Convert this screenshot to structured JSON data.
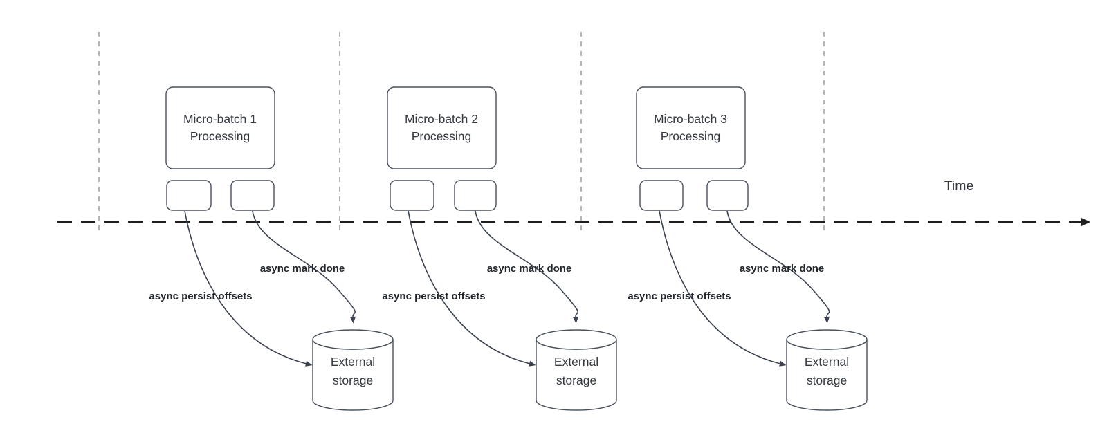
{
  "diagram": {
    "type": "micro-batch-timeline-flow",
    "background": "#ffffff",
    "colors": {
      "axis": "#1f1f1f",
      "gridline": "#9e9e9e",
      "shape_stroke": "#4a515c",
      "shape_fill": "#ffffff",
      "arrow": "#3b424f",
      "text": "#33383f",
      "label_text": "#22272e"
    },
    "time_axis": {
      "label": "Time"
    },
    "batches": [
      {
        "title": "Micro-batch 1",
        "subtitle": "Processing",
        "persist_arrow_label": "async persist offsets",
        "mark_done_arrow_label": "async mark done",
        "storage_line1": "External",
        "storage_line2": "storage"
      },
      {
        "title": "Micro-batch 2",
        "subtitle": "Processing",
        "persist_arrow_label": "async persist offsets",
        "mark_done_arrow_label": "async mark done",
        "storage_line1": "External",
        "storage_line2": "storage"
      },
      {
        "title": "Micro-batch 3",
        "subtitle": "Processing",
        "persist_arrow_label": "async persist offsets",
        "mark_done_arrow_label": "async mark done",
        "storage_line1": "External",
        "storage_line2": "storage"
      }
    ]
  }
}
